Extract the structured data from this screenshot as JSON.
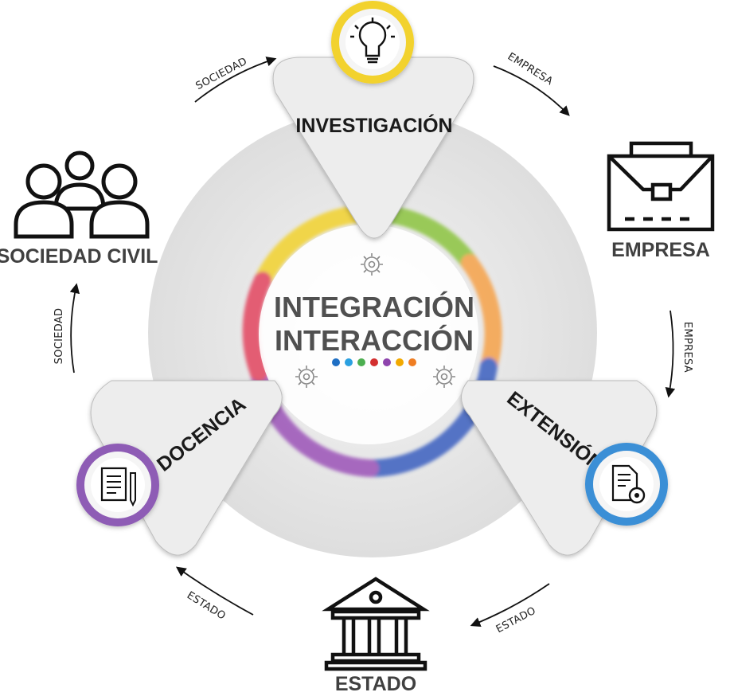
{
  "center": {
    "line1": "INTEGRACIÓN",
    "line2": "INTERACCIÓN",
    "dot_colors": [
      "#1f6fc4",
      "#2aa0e0",
      "#4caf50",
      "#d32f2f",
      "#8e44ad",
      "#f2a900",
      "#ef7d22"
    ]
  },
  "nodes": {
    "investigacion": {
      "label": "INVESTIGACIÓN",
      "icon": "lightbulb-icon",
      "color": "#f2d22e"
    },
    "extension": {
      "label": "EXTENSIÓN",
      "icon": "document-gear-icon",
      "color": "#3a8fd6"
    },
    "docencia": {
      "label": "DOCENCIA",
      "icon": "document-pencil-icon",
      "color": "#8e5bb5"
    }
  },
  "actors": {
    "sociedad_civil": {
      "label": "SOCIEDAD CIVIL",
      "icon": "people-group-icon"
    },
    "empresa": {
      "label": "EMPRESA",
      "icon": "briefcase-icon"
    },
    "estado": {
      "label": "ESTADO",
      "icon": "government-building-icon"
    }
  },
  "flows": {
    "top_left": "SOCIEDAD",
    "top_right": "EMPRESA",
    "right": "EMPRESA",
    "bottom_right": "ESTADO",
    "bottom_left": "ESTADO",
    "left": "SOCIEDAD"
  }
}
